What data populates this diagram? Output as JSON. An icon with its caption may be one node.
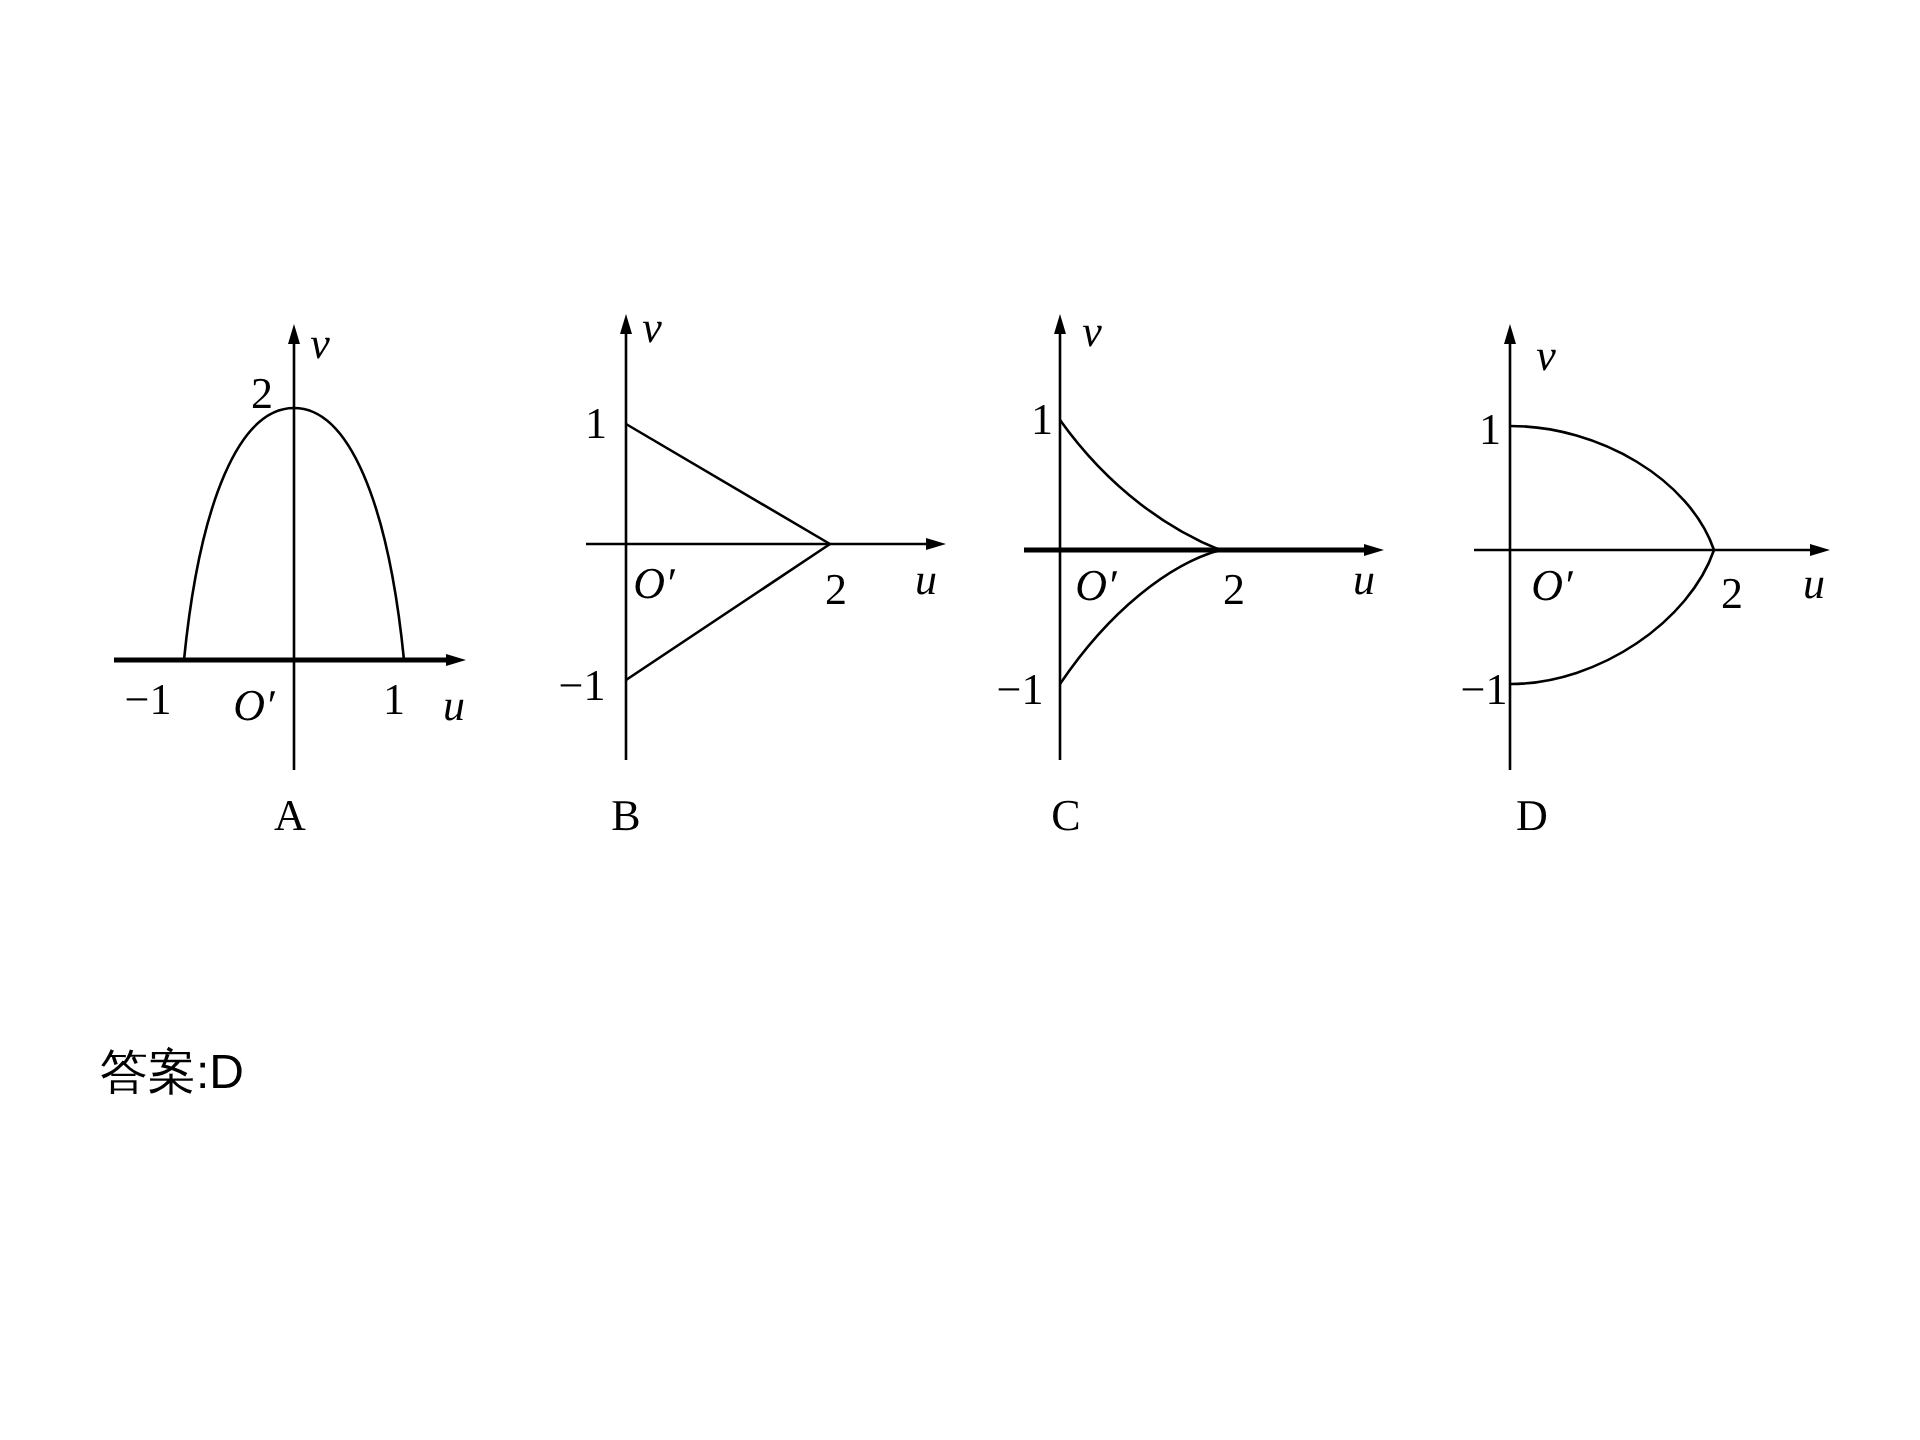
{
  "diagram": {
    "labels": [
      "v",
      "2",
      "−1",
      "O′",
      "1",
      "u",
      "A",
      "v",
      "1",
      "O′",
      "2",
      "u",
      "−1",
      "B",
      "v",
      "1",
      "O′",
      "2",
      "u",
      "−1",
      "C",
      "v",
      "1",
      "O′",
      "2",
      "u",
      "−1",
      "D",
      "答案:D"
    ]
  }
}
